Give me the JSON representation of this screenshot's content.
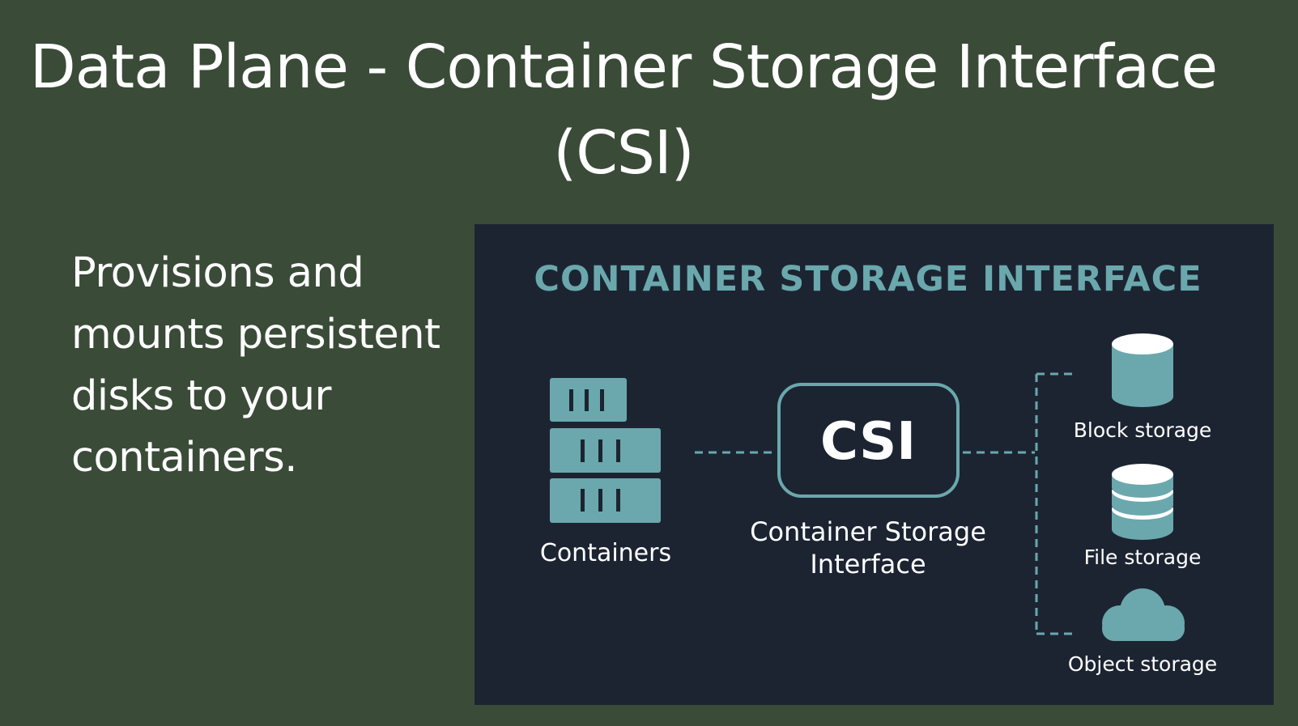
{
  "slide": {
    "title": "Data Plane - Container Storage Interface (CSI)",
    "body_text": "Provisions and mounts persistent disks to your containers."
  },
  "diagram": {
    "heading": "CONTAINER STORAGE INTERFACE",
    "left_node": {
      "label": "Containers",
      "icon": "server-stack-icon"
    },
    "center_node": {
      "badge": "CSI",
      "label_line1": "Container Storage",
      "label_line2": "Interface"
    },
    "storage_nodes": [
      {
        "label": "Block storage",
        "icon": "cylinder-icon"
      },
      {
        "label": "File storage",
        "icon": "stacked-disks-icon"
      },
      {
        "label": "Object storage",
        "icon": "cloud-icon"
      }
    ],
    "colors": {
      "background": "#3a4b38",
      "panel": "#1c2432",
      "accent": "#6aa8ad",
      "text": "#ffffff"
    }
  }
}
